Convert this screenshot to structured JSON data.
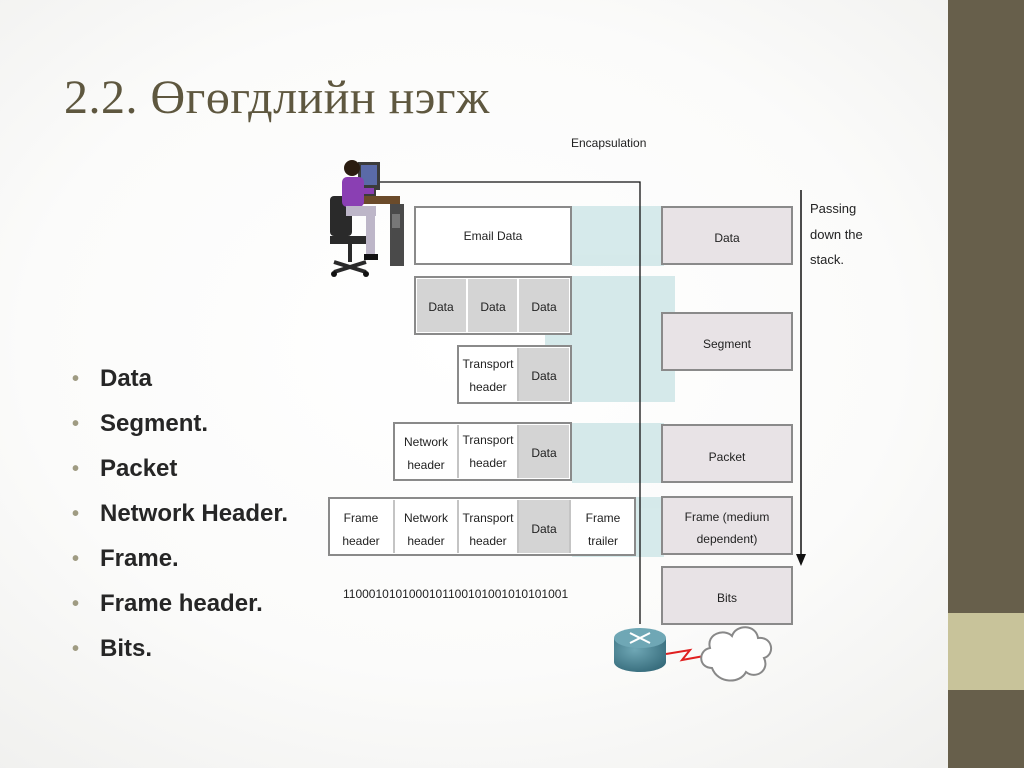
{
  "slide": {
    "title": "2.2. Өгөгдлийн нэгж",
    "bullets": [
      "Data",
      "Segment.",
      "Packet",
      "Network Header.",
      "Frame.",
      "Frame header.",
      "Bits."
    ]
  },
  "diagram": {
    "encapsulation_label": "Encapsulation",
    "passing_label": [
      "Passing",
      "down the",
      "stack."
    ],
    "stages": {
      "email_data": "Email Data",
      "data_segments": [
        "Data",
        "Data",
        "Data"
      ],
      "segment_row": {
        "transport_header": [
          "Transport",
          "header"
        ],
        "data": "Data"
      },
      "packet_row": {
        "network_header": [
          "Network",
          "header"
        ],
        "transport_header": [
          "Transport",
          "header"
        ],
        "data": "Data"
      },
      "frame_row": {
        "frame_header": [
          "Frame",
          "header"
        ],
        "network_header": [
          "Network",
          "header"
        ],
        "transport_header": [
          "Transport",
          "header"
        ],
        "data": "Data",
        "frame_trailer": [
          "Frame",
          "trailer"
        ]
      },
      "bits_string": "1100010101000101100101001010101001"
    },
    "pdu_boxes": {
      "data": "Data",
      "segment": "Segment",
      "packet": "Packet",
      "frame": [
        "Frame (medium",
        "dependent)"
      ],
      "bits": "Bits"
    },
    "icons": [
      "person-at-computer-icon",
      "router-icon",
      "network-cloud-icon"
    ]
  }
}
